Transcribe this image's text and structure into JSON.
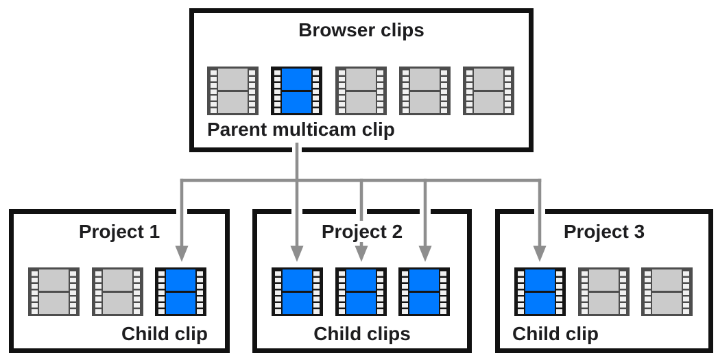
{
  "colors": {
    "background": "#ffffff",
    "box_border": "#111111",
    "text": "#1d1d1f",
    "connector": "#8e8e8e",
    "clip_blue_fill": "#007aff",
    "clip_blue_frame": "#151515",
    "clip_gray_fill": "#cbcbcb",
    "clip_gray_frame": "#4d4d4d",
    "sprocket_hole": "#f1f1f1"
  },
  "browser_box": {
    "title": "Browser clips",
    "caption": "Parent multicam clip",
    "clips": [
      "gray",
      "blue",
      "gray",
      "gray",
      "gray"
    ]
  },
  "projects": [
    {
      "title": "Project 1",
      "caption": "Child clip",
      "caption_align": "right",
      "clips": [
        "gray",
        "gray",
        "blue"
      ]
    },
    {
      "title": "Project 2",
      "caption": "Child clips",
      "caption_align": "center",
      "clips": [
        "blue",
        "blue",
        "blue"
      ]
    },
    {
      "title": "Project 3",
      "caption": "Child clip",
      "caption_align": "left",
      "clips": [
        "blue",
        "gray",
        "gray"
      ]
    }
  ],
  "connections": [
    {
      "from": "Parent multicam clip",
      "to_project": "Project 1",
      "to_clip_index": 3
    },
    {
      "from": "Parent multicam clip",
      "to_project": "Project 2",
      "to_clip_index": 1
    },
    {
      "from": "Parent multicam clip",
      "to_project": "Project 2",
      "to_clip_index": 2
    },
    {
      "from": "Parent multicam clip",
      "to_project": "Project 2",
      "to_clip_index": 3
    },
    {
      "from": "Parent multicam clip",
      "to_project": "Project 3",
      "to_clip_index": 1
    }
  ]
}
